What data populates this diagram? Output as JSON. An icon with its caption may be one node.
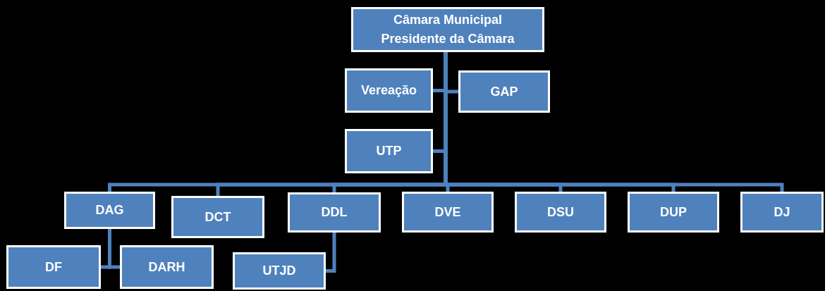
{
  "diagram": {
    "nodes": [
      {
        "text": [
          "Câmara Municipal",
          "Presidente da Câmara"
        ]
      },
      {
        "text": [
          "Vereação"
        ]
      },
      {
        "text": [
          "GAP"
        ]
      },
      {
        "text": [
          "UTP"
        ]
      },
      {
        "text": [
          "DAG"
        ]
      },
      {
        "text": [
          "DCT"
        ]
      },
      {
        "text": [
          "DDL"
        ]
      },
      {
        "text": [
          "DVE"
        ]
      },
      {
        "text": [
          "DSU"
        ]
      },
      {
        "text": [
          "DUP"
        ]
      },
      {
        "text": [
          "DJ"
        ]
      },
      {
        "text": [
          "DF"
        ]
      },
      {
        "text": [
          "DARH"
        ]
      },
      {
        "text": [
          "UTJD"
        ]
      }
    ],
    "edges": [
      {
        "from": 0,
        "to": 1,
        "arrow": "none"
      },
      {
        "from": 0,
        "to": 2,
        "arrow": "none"
      },
      {
        "from": 0,
        "to": 3,
        "arrow": "none"
      },
      {
        "from": 0,
        "to": 4,
        "arrow": "none"
      },
      {
        "from": 0,
        "to": 5,
        "arrow": "none"
      },
      {
        "from": 0,
        "to": 6,
        "arrow": "none"
      },
      {
        "from": 0,
        "to": 7,
        "arrow": "none"
      },
      {
        "from": 0,
        "to": 8,
        "arrow": "none"
      },
      {
        "from": 0,
        "to": 9,
        "arrow": "none"
      },
      {
        "from": 0,
        "to": 10,
        "arrow": "none"
      },
      {
        "from": 4,
        "to": 11,
        "arrow": "none"
      },
      {
        "from": 4,
        "to": 12,
        "arrow": "none"
      },
      {
        "from": 6,
        "to": 13,
        "arrow": "none"
      }
    ]
  }
}
